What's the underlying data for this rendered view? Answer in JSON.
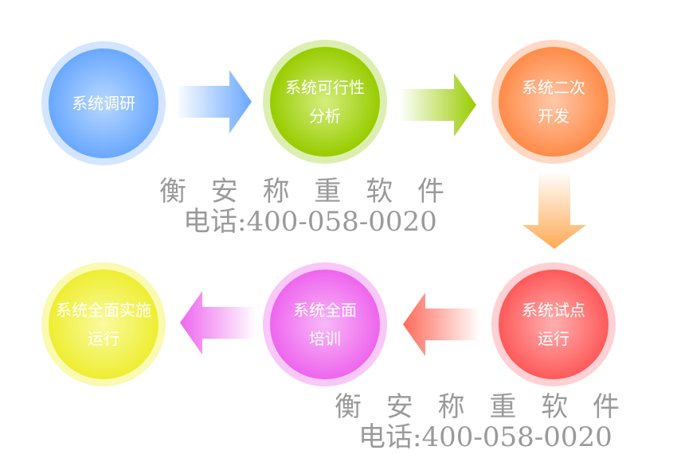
{
  "nodes": [
    {
      "line1": "系统调研",
      "line2": "",
      "color": "#6aa8ff",
      "ring": "#d3e5ff"
    },
    {
      "line1": "系统可行性",
      "line2": "分析",
      "color": "#99cc00",
      "ring": "#dcefb0"
    },
    {
      "line1": "系统二次",
      "line2": "开发",
      "color": "#ff8c4a",
      "ring": "#ffd9c4"
    },
    {
      "line1": "系统试点",
      "line2": "运行",
      "color": "#ff5a5a",
      "ring": "#ffd0d4"
    },
    {
      "line1": "系统全面",
      "line2": "培训",
      "color": "#ee66ee",
      "ring": "#f8c8f8"
    },
    {
      "line1": "系统全面实施",
      "line2": "运行",
      "color": "#eeee33",
      "ring": "#fafab0"
    }
  ],
  "watermark": {
    "company": "衡 安 称 重 软 件",
    "phone": "电话:400-058-0020"
  }
}
